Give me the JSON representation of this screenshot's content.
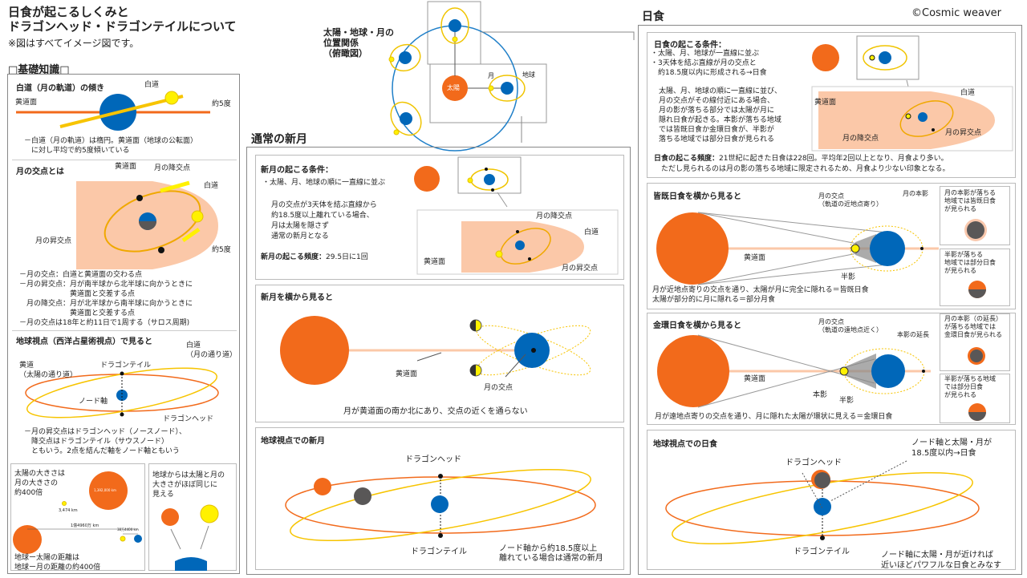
{
  "header": {
    "title_line1": "日食が起こるしくみと",
    "title_line2": "ドラゴンヘッド・ドラゴンテイルについて",
    "note": "※図はすべてイメージ図です。",
    "credit": "©Cosmic weaver"
  },
  "basics": {
    "heading": "□基礎知識□",
    "tilt": {
      "title": "白道（月の軌道）の傾き",
      "label_moon_path": "白道",
      "label_ecliptic": "黄道面",
      "label_angle": "約5度",
      "note": "－白道（月の軌道）は楕円。黄道面（地球の公転面）\n　に対し平均で約5度傾いている"
    },
    "nodes": {
      "title": "月の交点とは",
      "label_ecliptic": "黄道面",
      "label_desc": "月の降交点",
      "label_moon_path": "白道",
      "label_asc": "月の昇交点",
      "label_angle": "約5度",
      "note": "－月の交点：白道と黄道面の交わる点\n－月の昇交点：月が南半球から北半球に向かうときに\n　　　　　　　黄道面と交差する点\n　月の降交点：月が北半球から南半球に向かうときに\n　　　　　　　黄道面と交差する点\n－月の交点は18年と約11日で1周する（サロス周期)"
    },
    "earth_view": {
      "title": "地球視点（西洋占星術視点）で見ると",
      "label_moon_path": "白道\n（月の通り道）",
      "label_ecliptic": "黄道\n（太陽の通り道）",
      "label_tail": "ドラゴンテイル",
      "label_axis": "ノード軸",
      "label_head": "ドラゴンヘッド",
      "note": "－月の昇交点はドラゴンヘッド（ノースノード）、\n　降交点はドラゴンテイル（サウスノード）\n　ともいう。2点を結んだ軸をノード軸ともいう"
    },
    "sizes": {
      "sun_text": "太陽の大きさは\n月の大きさの\n約400倍",
      "sun_km": "1,392,000 km",
      "moon_km": "3,474 km",
      "dist1": "1億4960万 km",
      "dist2": "38万4400 km",
      "dist_text": "地球ー太陽の距離は\n地球ー月の距離の約400倍",
      "same_size": "地球からは太陽と月の\n大きさがほぼ同じに\n見える"
    }
  },
  "top": {
    "title": "太陽・地球・月の\n位置関係\n（俯瞰図）",
    "sun": "太陽",
    "moon": "月",
    "earth": "地球"
  },
  "new_moon": {
    "heading": "通常の新月",
    "cond_title": "新月の起こる条件：",
    "cond_line": "・太陽、月、地球の順に一直線に並ぶ",
    "cond_detail": "月の交点が3天体を結ぶ直線から\n約18.5度以上離れている場合、\n月は太陽を隠さず\n通常の新月となる",
    "freq_label": "新月の起こる頻度：",
    "freq_value": "29.5日に1回",
    "label_desc": "月の降交点",
    "label_moon_path": "白道",
    "label_ecliptic": "黄道面",
    "label_asc": "月の昇交点",
    "side_title": "新月を横から見ると",
    "side_ecliptic": "黄道面",
    "side_node": "月の交点",
    "side_note": "月が黄道面の南か北にあり、交点の近くを通らない",
    "earth_title": "地球視点での新月",
    "label_head": "ドラゴンヘッド",
    "label_tail": "ドラゴンテイル",
    "earth_note": "ノード軸から約18.5度以上\n離れている場合は通常の新月"
  },
  "eclipse": {
    "heading": "日食",
    "cond_title": "日食の起こる条件：",
    "cond_lines": "・太陽、月、地球が一直線に並ぶ\n・3天体を結ぶ直線が月の交点と\n　約18.5度以内に形成される→日食",
    "cond_detail": "太陽、月、地球の順に一直線に並び、\n月の交点がその線付近にある場合、\n月の影が落ちる部分では太陽が月に\n隠れ日食が起きる。本影が落ちる地域\nでは皆既日食か金環日食が、半影が\n落ちる地域では部分日食が見られる",
    "label_ecliptic": "黄道面",
    "label_moon_path": "白道",
    "label_desc": "月の降交点",
    "label_asc": "月の昇交点",
    "freq_label": "日食の起こる頻度：",
    "freq_value": "21世紀に起きた日食は228回。平均年2回以上となり、月食より多い。\n　ただし見られるのは月の影の落ちる地域に限定されるため、月食より少ない印象となる。",
    "total": {
      "title": "皆既日食を横から見ると",
      "node": "月の交点\n（軌道の近地点寄り）",
      "umbra": "月の本影",
      "ecliptic": "黄道面",
      "penumbra": "半影",
      "note": "月が近地点寄りの交点を通り、太陽が月に完全に隠れる＝皆既日食\n太陽が部分的に月に隠れる＝部分月食",
      "side1": "月の本影が落ちる\n地域では皆既日食\nが見られる",
      "side2": "半影が落ちる\n地域では部分日食\nが見られる"
    },
    "annular": {
      "title": "金環日食を横から見ると",
      "node": "月の交点\n（軌道の遠地点近く）",
      "ext": "本影の延長",
      "ecliptic": "黄道面",
      "umbra": "本影",
      "penumbra": "半影",
      "note": "月が遠地点寄りの交点を通り、月に隠れた太陽が環状に見える＝金環日食",
      "side1": "月の本影（の延長）\nが落ちる地域では\n金環日食が見られる",
      "side2": "半影が落ちる地域\nでは部分日食\nが見られる"
    },
    "earth_title": "地球視点での日食",
    "label_head": "ドラゴンヘッド",
    "label_tail": "ドラゴンテイル",
    "annot_top": "ノード軸と太陽・月が\n18.5度以内→日食",
    "annot_bottom": "ノード軸に太陽・月が近ければ\n近いほどパワフルな日食とみなす"
  }
}
